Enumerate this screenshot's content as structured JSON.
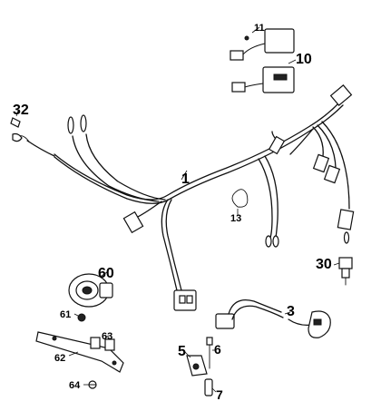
{
  "callouts": {
    "harness": "1",
    "cable": "3",
    "bracket_left": "5",
    "bolt": "6",
    "spacer": "7",
    "regulator_large": "10",
    "regulator_small": "11",
    "cable_tie": "13",
    "temp_sensor": "30",
    "bulb_socket": "32",
    "horn": "60",
    "nut": "61",
    "horn_bracket": "62",
    "clip": "63",
    "screw": "64"
  }
}
